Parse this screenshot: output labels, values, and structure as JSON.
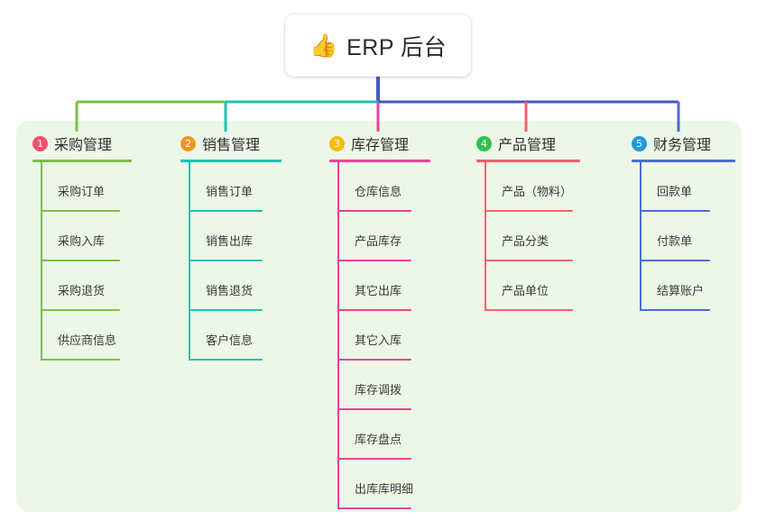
{
  "diagram": {
    "type": "mind-map",
    "root": {
      "icon": "thumbs-up-emoji",
      "icon_glyph": "👍",
      "label": "ERP 后台"
    },
    "trunk_color": "#4a56c4",
    "panel_color": "#edf7e7",
    "branches": [
      {
        "number": "1",
        "label": "采购管理",
        "color": "#7cc04b",
        "badge_color": "#f4516c",
        "children": [
          {
            "label": "采购订单"
          },
          {
            "label": "采购入库"
          },
          {
            "label": "采购退货"
          },
          {
            "label": "供应商信息"
          }
        ]
      },
      {
        "number": "2",
        "label": "销售管理",
        "color": "#1cc3b2",
        "badge_color": "#f79521",
        "children": [
          {
            "label": "销售订单"
          },
          {
            "label": "销售出库"
          },
          {
            "label": "销售退货"
          },
          {
            "label": "客户信息"
          }
        ]
      },
      {
        "number": "3",
        "label": "库存管理",
        "color": "#e8449a",
        "badge_color": "#fabb05",
        "children": [
          {
            "label": "仓库信息"
          },
          {
            "label": "产品库存"
          },
          {
            "label": "其它出库"
          },
          {
            "label": "其它入库"
          },
          {
            "label": "库存调拨"
          },
          {
            "label": "库存盘点"
          },
          {
            "label": "出库库明细"
          }
        ]
      },
      {
        "number": "4",
        "label": "产品管理",
        "color": "#f4616b",
        "badge_color": "#2ec14e",
        "children": [
          {
            "label": "产品（物料）"
          },
          {
            "label": "产品分类"
          },
          {
            "label": "产品单位"
          }
        ]
      },
      {
        "number": "5",
        "label": "财务管理",
        "color": "#4a6fd0",
        "badge_color": "#1e9be0",
        "children": [
          {
            "label": "回款单"
          },
          {
            "label": "付款单"
          },
          {
            "label": "结算账户"
          }
        ]
      }
    ]
  }
}
